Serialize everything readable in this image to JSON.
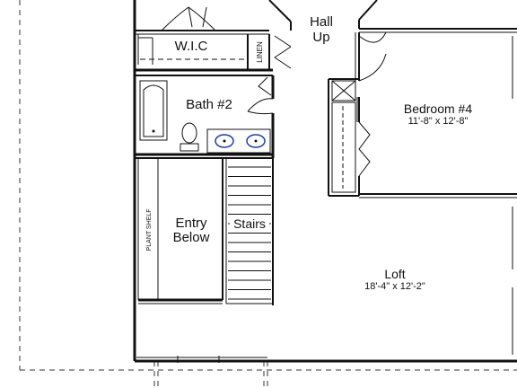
{
  "rooms": {
    "wic": {
      "name": "W.I.C"
    },
    "linen": {
      "name": "LINEN"
    },
    "hall": {
      "line1": "Hall",
      "line2": "Up"
    },
    "bath2": {
      "name": "Bath #2"
    },
    "bedroom4": {
      "name": "Bedroom #4",
      "dims": "11'-8\" x 12'-8\""
    },
    "plant_shelf": {
      "name": "PLANT SHELF"
    },
    "entry": {
      "line1": "Entry",
      "line2": "Below"
    },
    "stairs": {
      "name": "Stairs"
    },
    "loft": {
      "name": "Loft",
      "dims": "18'-4\" x 12'-2\""
    }
  },
  "colors": {
    "wall": "#111111",
    "fixture": "#1d3fa8",
    "background": "#ffffff"
  }
}
